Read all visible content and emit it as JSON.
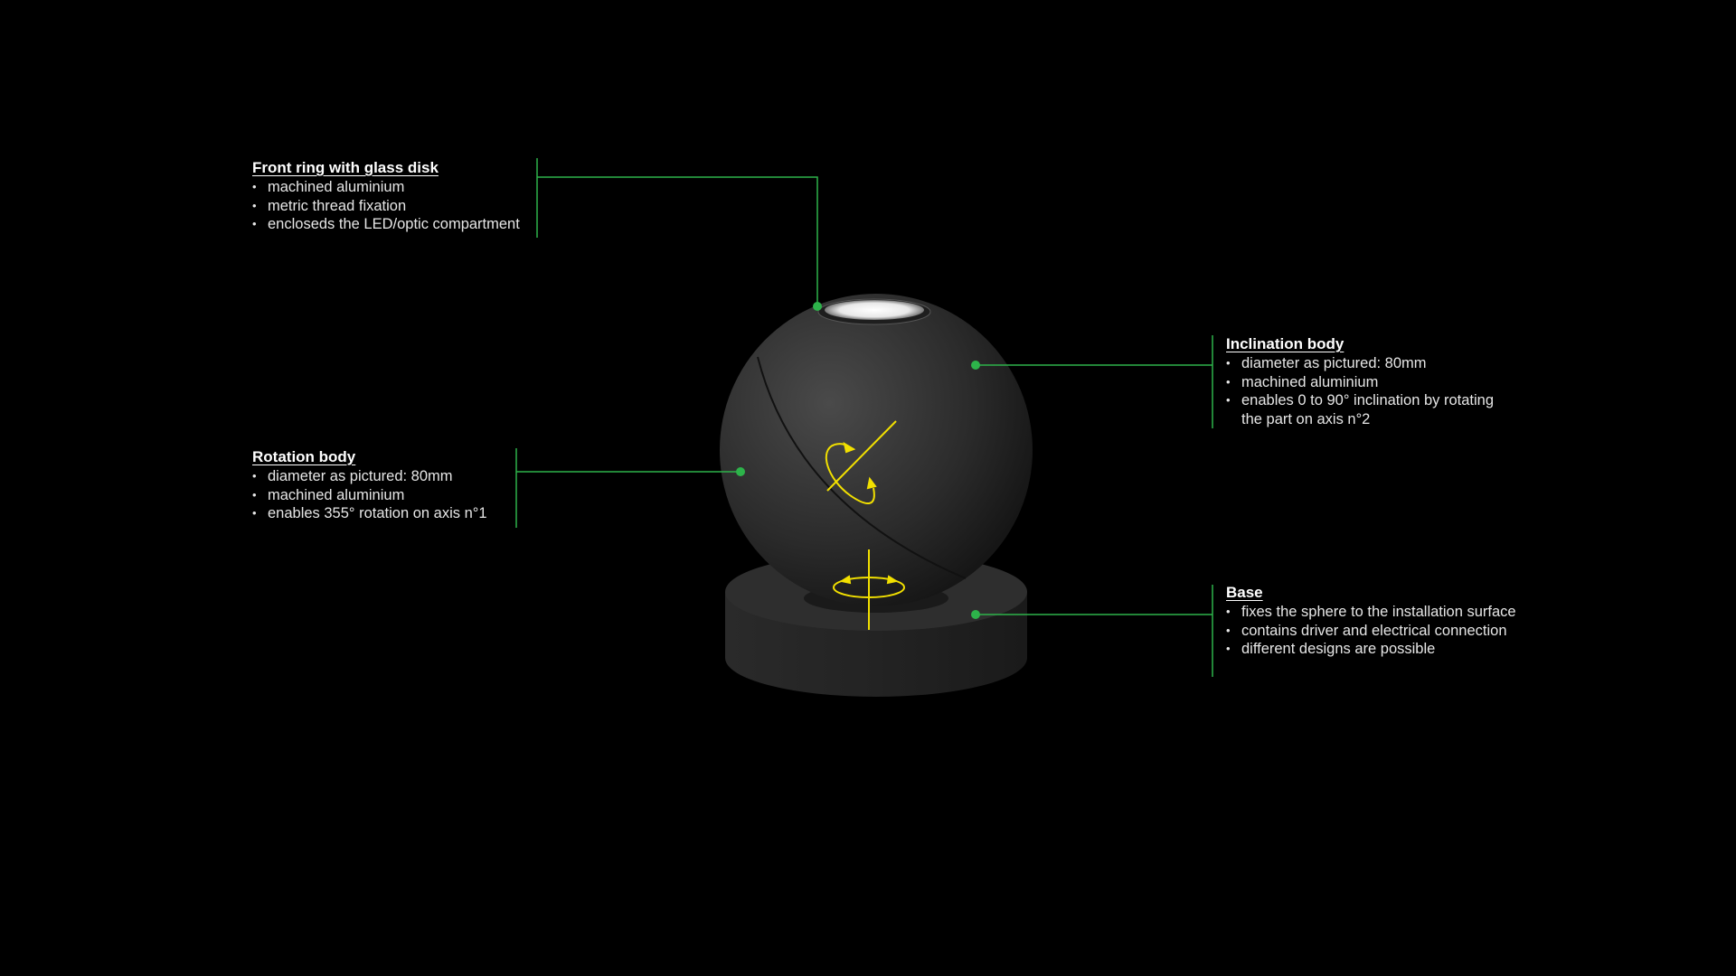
{
  "annotations": {
    "front_ring": {
      "title": "Front ring with glass disk",
      "items": [
        "machined aluminium",
        "metric thread fixation",
        "encloseds the LED/optic compartment"
      ]
    },
    "rotation_body": {
      "title": "Rotation body",
      "items": [
        "diameter as pictured: 80mm",
        "machined aluminium",
        "enables 355° rotation on axis n°1"
      ]
    },
    "inclination_body": {
      "title": "Inclination body",
      "items": [
        "diameter as pictured: 80mm",
        "machined aluminium",
        "enables 0 to 90° inclination by rotating",
        "the part on axis n°2"
      ]
    },
    "base": {
      "title": "Base",
      "items": [
        "fixes the sphere to the installation surface",
        "contains driver and electrical connection",
        "different designs are possible"
      ]
    }
  },
  "colors": {
    "background": "#000000",
    "leader": "#2db34a",
    "axis": "#f2e000",
    "body": "#2a2a2a"
  }
}
